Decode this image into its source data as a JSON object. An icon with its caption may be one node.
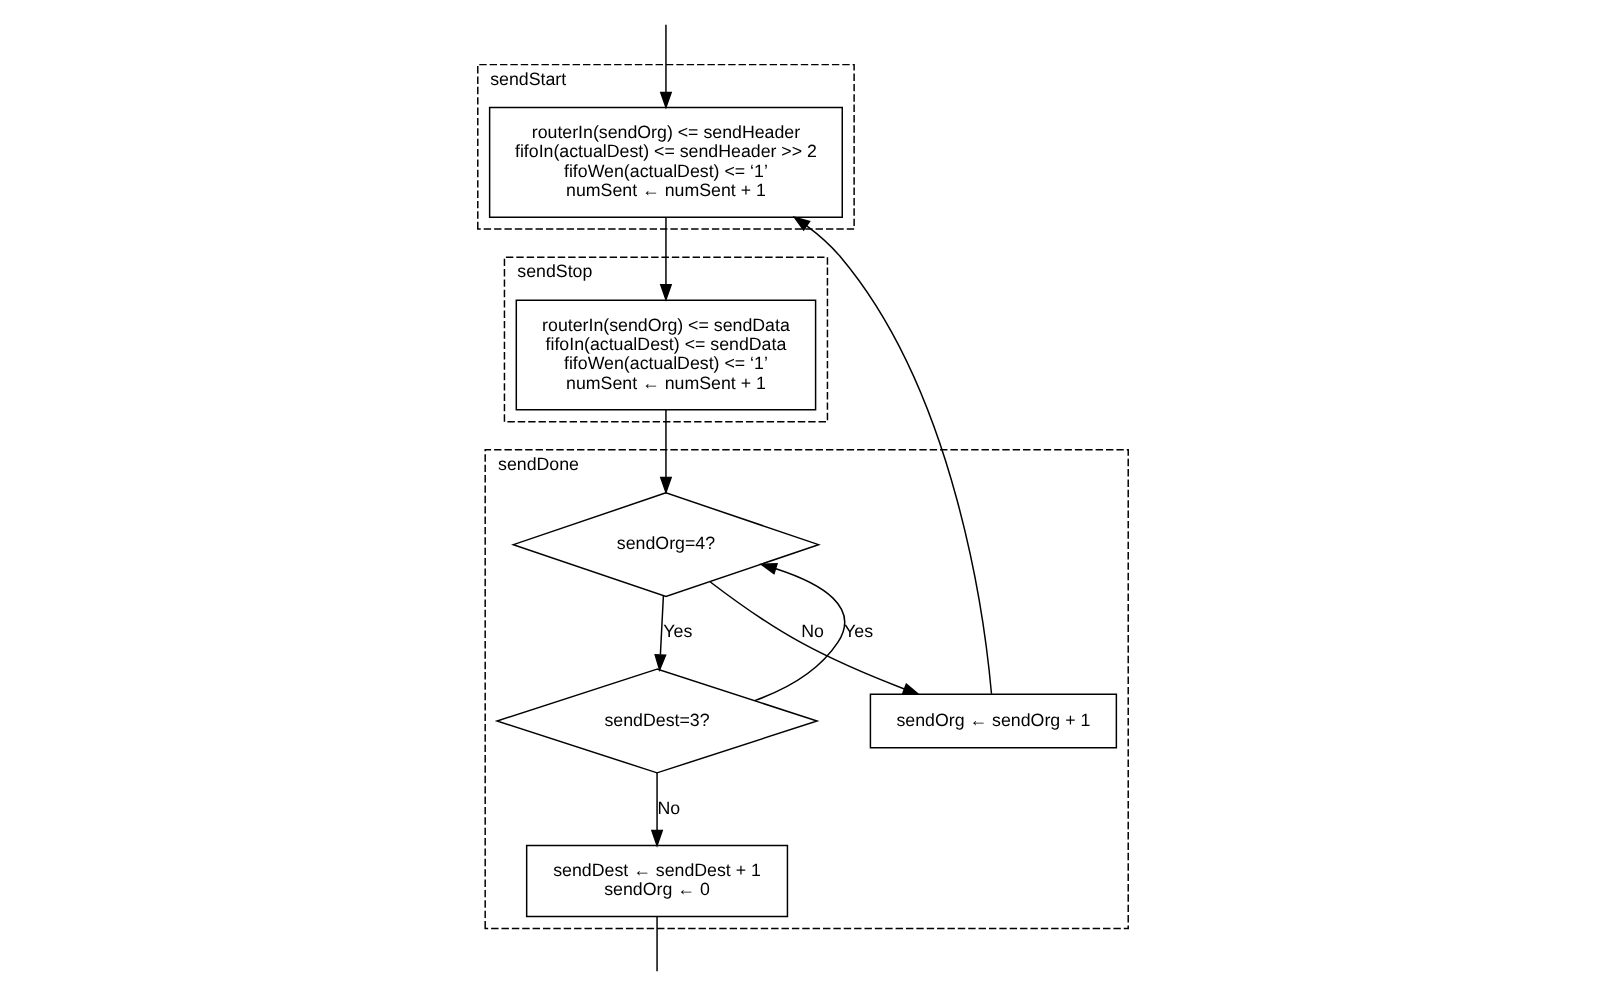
{
  "diagram": {
    "nodes": [
      {
        "text": [
          "sendStart"
        ]
      },
      {
        "text": [
          "routerIn(sendOrg) <= sendHeader",
          "fifoIn(actualDest) <= sendHeader >> 2",
          "fifoWen(actualDest) <= ‘1’",
          "numSent ← numSent + 1"
        ],
        "in": 0
      },
      {
        "text": [
          "sendStop"
        ]
      },
      {
        "text": [
          "routerIn(sendOrg) <= sendData",
          "fifoIn(actualDest) <= sendData",
          "fifoWen(actualDest) <= ‘1’",
          "numSent ← numSent + 1"
        ],
        "in": 2
      },
      {
        "text": [
          "sendDone"
        ]
      },
      {
        "text": [
          "sendOrg=4?"
        ],
        "in": 4
      },
      {
        "text": [
          "sendDest=3?"
        ],
        "in": 4
      },
      {
        "text": [
          "sendDest ← sendDest + 1",
          "sendOrg ← 0"
        ],
        "in": 4
      },
      {
        "text": [
          "sendOrg ← sendOrg + 1"
        ],
        "in": 4
      }
    ],
    "edges": [
      {
        "from": null,
        "to": 1,
        "arrow": "to"
      },
      {
        "from": 1,
        "to": 3,
        "arrow": "to"
      },
      {
        "from": 3,
        "to": 5,
        "arrow": "to"
      },
      {
        "from": 5,
        "to": 6,
        "arrow": "to",
        "label": "Yes"
      },
      {
        "from": 6,
        "to": 7,
        "arrow": "to",
        "label": "No"
      },
      {
        "from": 6,
        "to": 5,
        "arrow": "to",
        "label": "Yes"
      },
      {
        "from": 5,
        "to": 8,
        "arrow": "to",
        "label": "No"
      },
      {
        "from": 8,
        "to": 1,
        "arrow": "to"
      },
      {
        "from": 7,
        "to": null,
        "arrow": "none"
      }
    ]
  }
}
